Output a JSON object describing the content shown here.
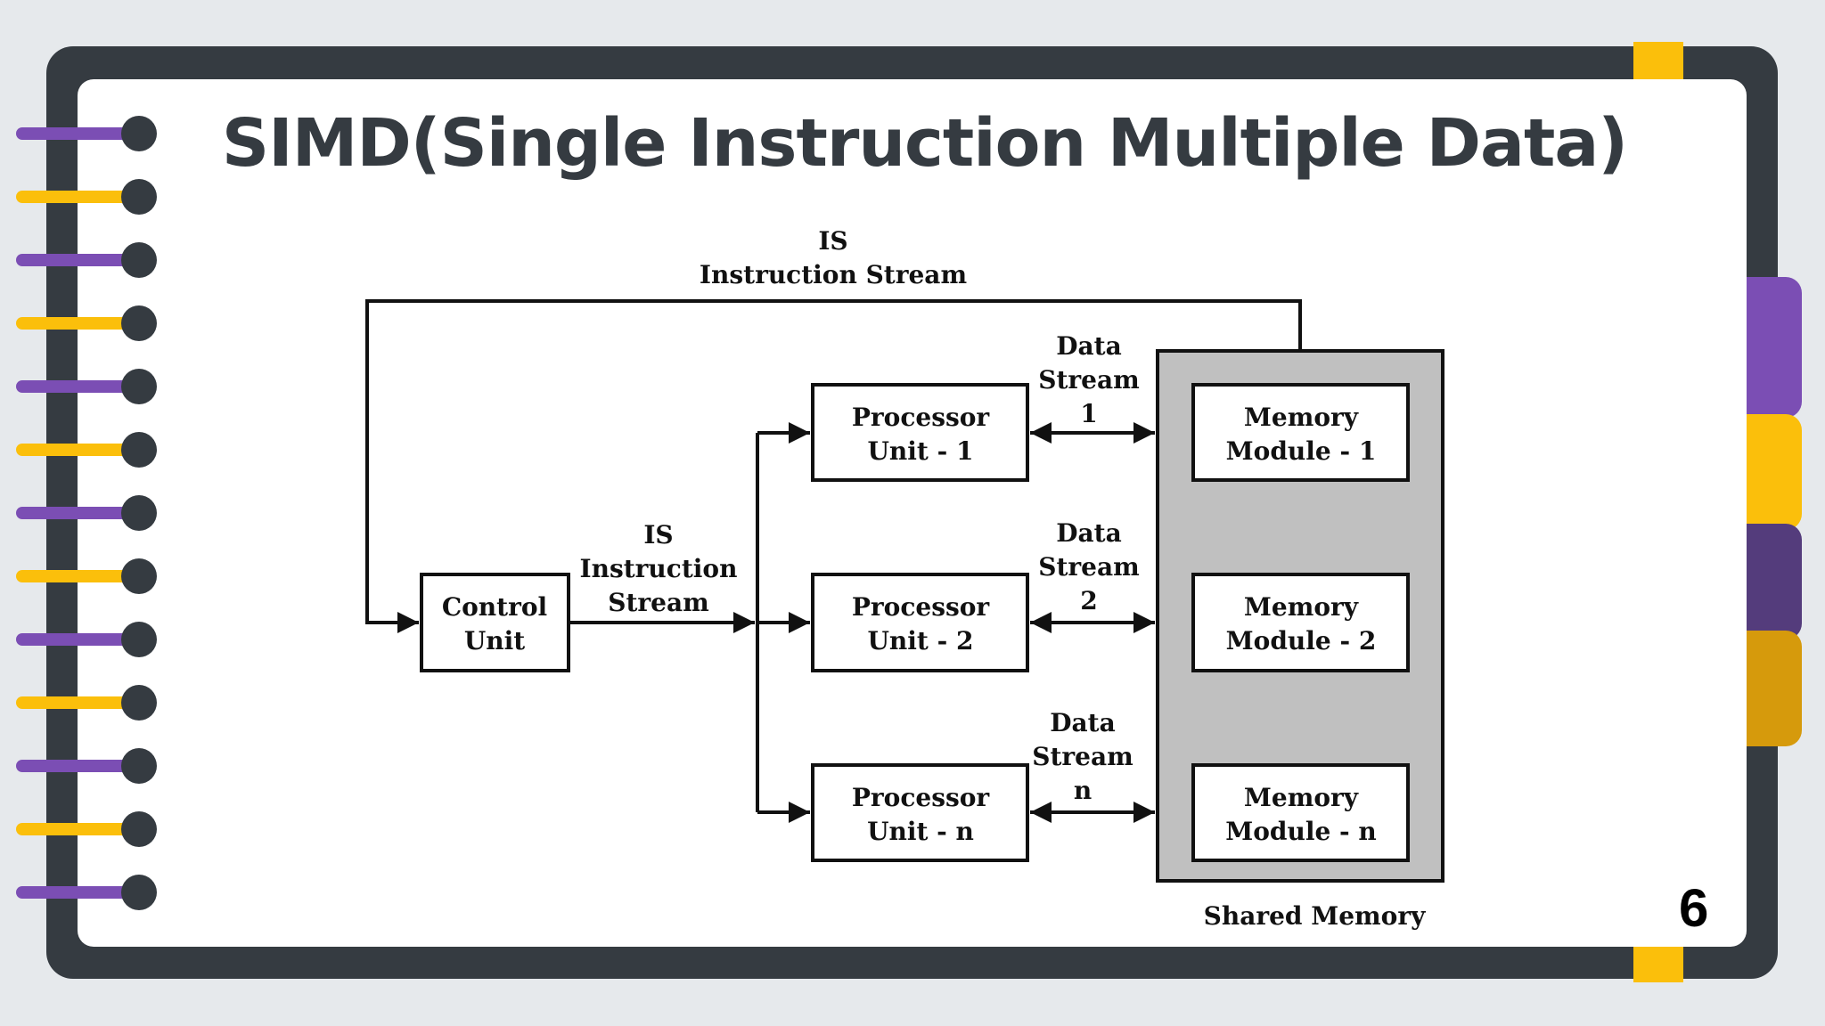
{
  "slide": {
    "title": "SIMD(Single Instruction Multiple Data)",
    "page_number": "6"
  },
  "diagram": {
    "top_stream": {
      "abbr": "IS",
      "label": "Instruction Stream"
    },
    "control_unit": {
      "line1": "Control",
      "line2": "Unit"
    },
    "mid_stream": {
      "abbr": "IS",
      "line1": "Instruction",
      "line2": "Stream"
    },
    "processors": [
      {
        "line1": "Processor",
        "line2": "Unit - 1"
      },
      {
        "line1": "Processor",
        "line2": "Unit - 2"
      },
      {
        "line1": "Processor",
        "line2": "Unit - n"
      }
    ],
    "data_streams": [
      {
        "line1": "Data",
        "line2": "Stream",
        "line3": "1"
      },
      {
        "line1": "Data",
        "line2": "Stream",
        "line3": "2"
      },
      {
        "line1": "Data",
        "line2": "Stream",
        "line3": "n"
      }
    ],
    "memory_modules": [
      {
        "line1": "Memory",
        "line2": "Module - 1"
      },
      {
        "line1": "Memory",
        "line2": "Module - 2"
      },
      {
        "line1": "Memory",
        "line2": "Module - n"
      }
    ],
    "shared_memory_label": "Shared Memory"
  },
  "colors": {
    "frame": "#353b41",
    "accent_yellow": "#fbbf0b",
    "accent_purple": "#7b4eb4",
    "shared_memory_fill": "#c0c0c0"
  }
}
